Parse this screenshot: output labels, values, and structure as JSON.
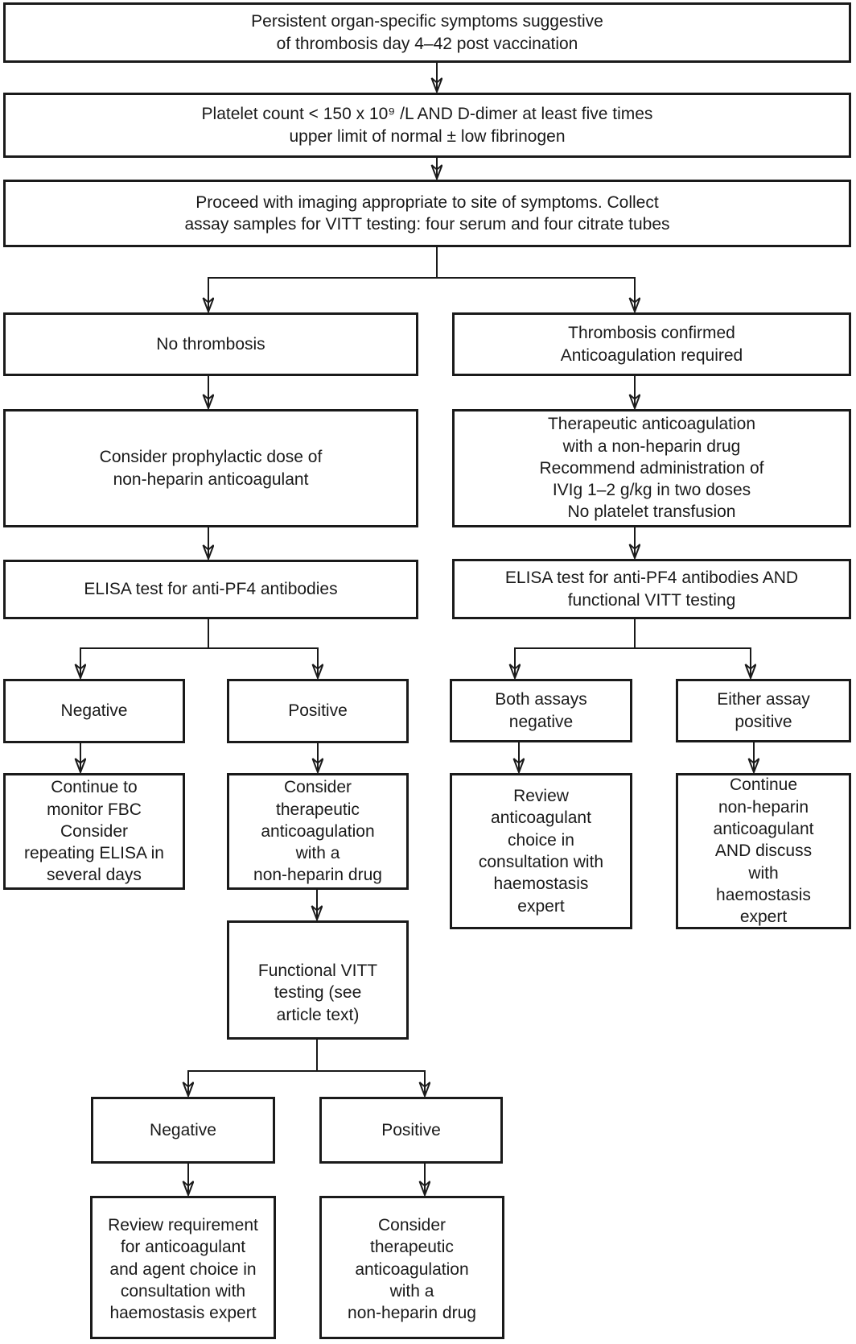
{
  "colors": {
    "line": "#1a1a1a",
    "text": "#1a1a1a",
    "background": "#ffffff"
  },
  "nodes": {
    "symptoms": {
      "label": "Persistent organ-specific symptoms suggestive\nof thrombosis day 4–42 post vaccination"
    },
    "platelet_criteria": {
      "label": "Platelet count < 150 x 10⁹ /L AND D-dimer at least five times\nupper limit of normal ± low fibrinogen"
    },
    "imaging": {
      "label": "Proceed with imaging appropriate to site of symptoms. Collect\nassay samples for VITT testing: four serum and four citrate tubes"
    },
    "no_thrombosis": {
      "label": "No thrombosis"
    },
    "thrombosis_confirmed": {
      "label": "Thrombosis confirmed\nAnticoagulation required"
    },
    "prophylactic_dose": {
      "label": "Consider prophylactic dose of\nnon-heparin anticoagulant"
    },
    "therapeutic_ivig": {
      "label": "Therapeutic anticoagulation\nwith a non-heparin drug\nRecommend administration of\nIVIg 1–2 g/kg in two doses\nNo platelet transfusion"
    },
    "elisa_test": {
      "label": "ELISA test for anti-PF4 antibodies"
    },
    "elisa_functional": {
      "label": "ELISA test for anti-PF4 antibodies AND\nfunctional VITT testing"
    },
    "elisa_negative": {
      "label": "Negative"
    },
    "elisa_positive": {
      "label": "Positive"
    },
    "both_assays_negative": {
      "label": "Both assays\nnegative"
    },
    "either_assay_positive": {
      "label": "Either assay\npositive"
    },
    "monitor_fbc": {
      "label": "Continue to\nmonitor FBC\nConsider\nrepeating ELISA in\nseveral days"
    },
    "consider_therapeutic": {
      "label": "Consider\ntherapeutic\nanticoagulation\nwith a\nnon-heparin drug"
    },
    "review_choice": {
      "label": "Review\nanticoagulant\nchoice in\nconsultation with\nhaemostasis\nexpert"
    },
    "continue_nonheparin": {
      "label": "Continue\nnon-heparin\nanticoagulant\nAND discuss\nwith\nhaemostasis\nexpert"
    },
    "functional_vitt": {
      "label": "Functional VITT\ntesting (see\narticle text)"
    },
    "functional_negative": {
      "label": "Negative"
    },
    "functional_positive": {
      "label": "Positive"
    },
    "review_requirement": {
      "label": "Review requirement\nfor anticoagulant\nand agent choice in\nconsultation with\nhaemostasis expert"
    },
    "consider_therapeutic_final": {
      "label": "Consider\ntherapeutic\nanticoagulation\nwith a\nnon-heparin drug"
    }
  }
}
